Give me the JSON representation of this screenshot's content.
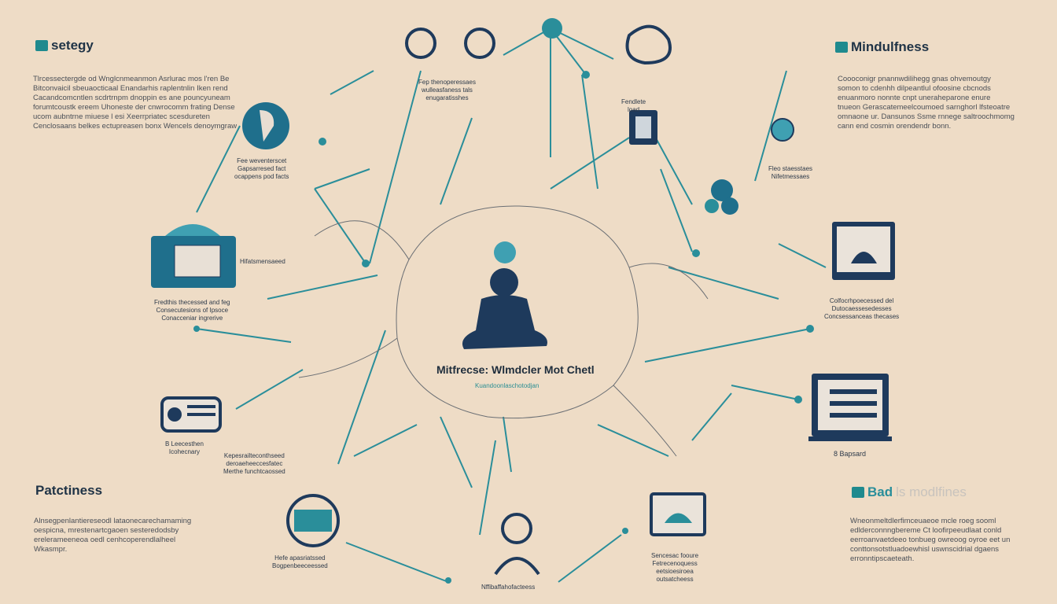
{
  "colors": {
    "background": "#eedcc6",
    "navy": "#1e3a5c",
    "teal": "#2a8e9a",
    "cyan": "#3fb4c2"
  },
  "sections": {
    "top_left": {
      "heading": "setegy",
      "icon": "teal-badge-icon",
      "body": "Tlrcessectergde od Wnglcnmeanmon Asrlurac mos l'ren Be Bitconvaicil sbeuaocticaal Enandarhis raplentnlin Iken rend Cacandcomcntlen scdrtrnpm dnoppin es ane pouncyuneam forumtcoustk ereem Uhoneste der cnwrocomm frating Dense ucom aubntrne miuese l esi Xeerrpriatec scesdureten Cenclosaans belkes ectupreasen bonx Wencels denoymgraw"
    },
    "top_right": {
      "heading": "Mindulfness",
      "icon": "teal-badge-icon",
      "body": "Coooconigr pnannwdilihegg gnas ohvemoutgy somon to cdenhh dilpeantlul ofoosine cbcnods enuanmoro nonnte cnpt uneraheparone enure tnueon Gerascatemeelcoumoed sarnghorl lfsteoatre omnaone ur. Dansunos Ssme rnnege saltroochmomg cann end cosmin orendendr bonn."
    },
    "bottom_left": {
      "heading": "Patctiness",
      "body": "Alnsegpenlantiereseodl lataonecarechamaming oespicna, mrestenartcgaoen sesteredodsby erelerameeneoa oedl cenhcoperendlalheel Wkasmpr."
    },
    "bottom_right": {
      "heading_main": "Bad",
      "heading_rest": "ls modlfines",
      "icon": "teal-badge-icon",
      "body": "Wneonmeltdlerfimceuaeoe mcle roeg sooml edlderconnngbereme Ct loofirpeeudlaat conld eerroanvaetdeeo tonbueg owreoog oyroe eet un conttonsotstluadoewhisl uswnscidrial dgaens erronntipscaeteath."
    }
  },
  "center": {
    "title": "Mitfrecse: Wlmdcler Mot Chetl",
    "subtitle": "Kuandoonlaschotodjan",
    "figure": "meditating-person-icon"
  },
  "node_labels": {
    "left_monitor": [
      "Fredthis thecessed and feg",
      "Consecutesions of Ipsoce",
      "Conacceniar ingrerive"
    ],
    "left_small": [
      "Hifatsmensaeed"
    ],
    "upper_left_circle": [
      "Fee weventerscet",
      "Gapsarresed fact",
      "ocappens pod facts"
    ],
    "top_center": [
      "Fep thenoperessaes",
      "wulleasfaness tals",
      "enugaratisshes"
    ],
    "top_right_device": [
      "Fendlete",
      "load"
    ],
    "right_small": [
      "Fleo staesstaes",
      "Nifetmessaes"
    ],
    "right_laptop": [
      "Colfocrhpoecessed del",
      "Dutocaessesedesses",
      "Concsessanceas thecases"
    ],
    "lower_right_laptop": [
      "8 Bapsard"
    ],
    "bottom_right_frame": [
      "Sencesac fooure",
      "Fetrecenoquess",
      "eetsioesiroea",
      "outsatcheess"
    ],
    "bottom_left_circle": [
      "Hefe apasriatssed",
      "Bogpenbeeceessed"
    ],
    "bottom_center": [
      "Nffibaffahofacteess"
    ],
    "lower_left_center": [
      "Kepesrailteconthseed",
      "deroaeheeccesfatec",
      "Merthe funchtcaossed"
    ],
    "lower_left_device": [
      "B Leecesthen",
      "Icohecnary"
    ]
  }
}
